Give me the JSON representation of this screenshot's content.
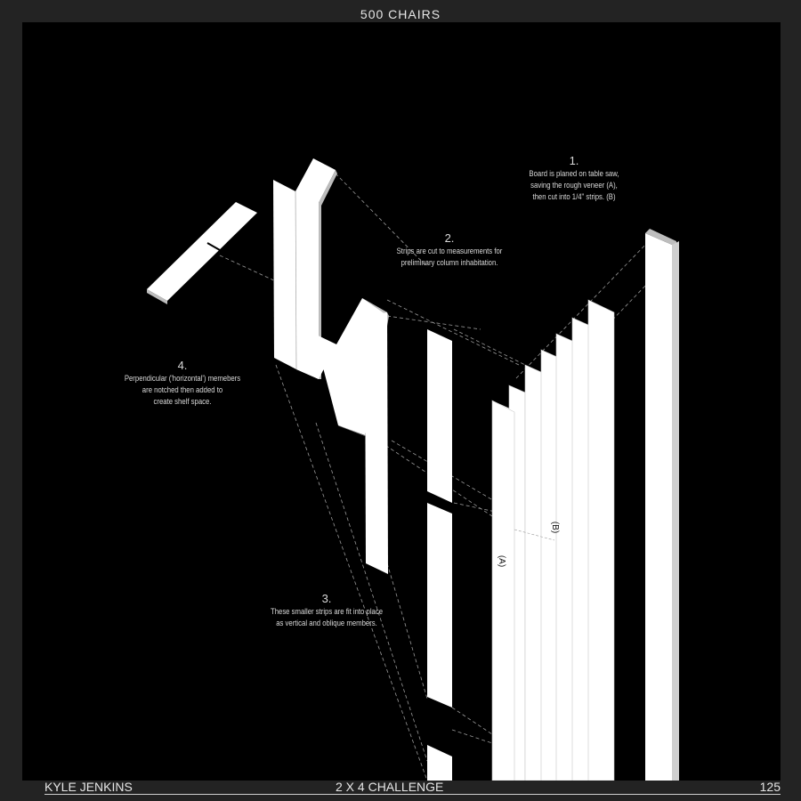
{
  "header": {
    "title": "500 CHAIRS"
  },
  "notes": [
    {
      "id": "note-1",
      "number": "1.",
      "text": "Board is planed on table saw,\nsaving the rough veneer (A),\nthen cut into 1/4\" strips. (B)"
    },
    {
      "id": "note-2",
      "number": "2.",
      "text": "Strips are cut to measurements for\npreliminary column inhabitation."
    },
    {
      "id": "note-3",
      "number": "3.",
      "text": "These smaller strips are fit into place\nas vertical and oblique members."
    },
    {
      "id": "note-4",
      "number": "4.",
      "text": "Perpendicular ('horizontal') memebers\nare notched then added to\ncreate shelf space."
    }
  ],
  "labels": {
    "veneer": "(A)",
    "strips": "(B)"
  },
  "footer": {
    "author": "KYLE JENKINS",
    "project": "2 X 4 CHALLENGE",
    "page": "125"
  },
  "colors": {
    "background": "#000000",
    "frame": "#232323",
    "strip": "#ffffff",
    "strip_edge": "#bdbdbd",
    "text": "#d9d9d9"
  }
}
